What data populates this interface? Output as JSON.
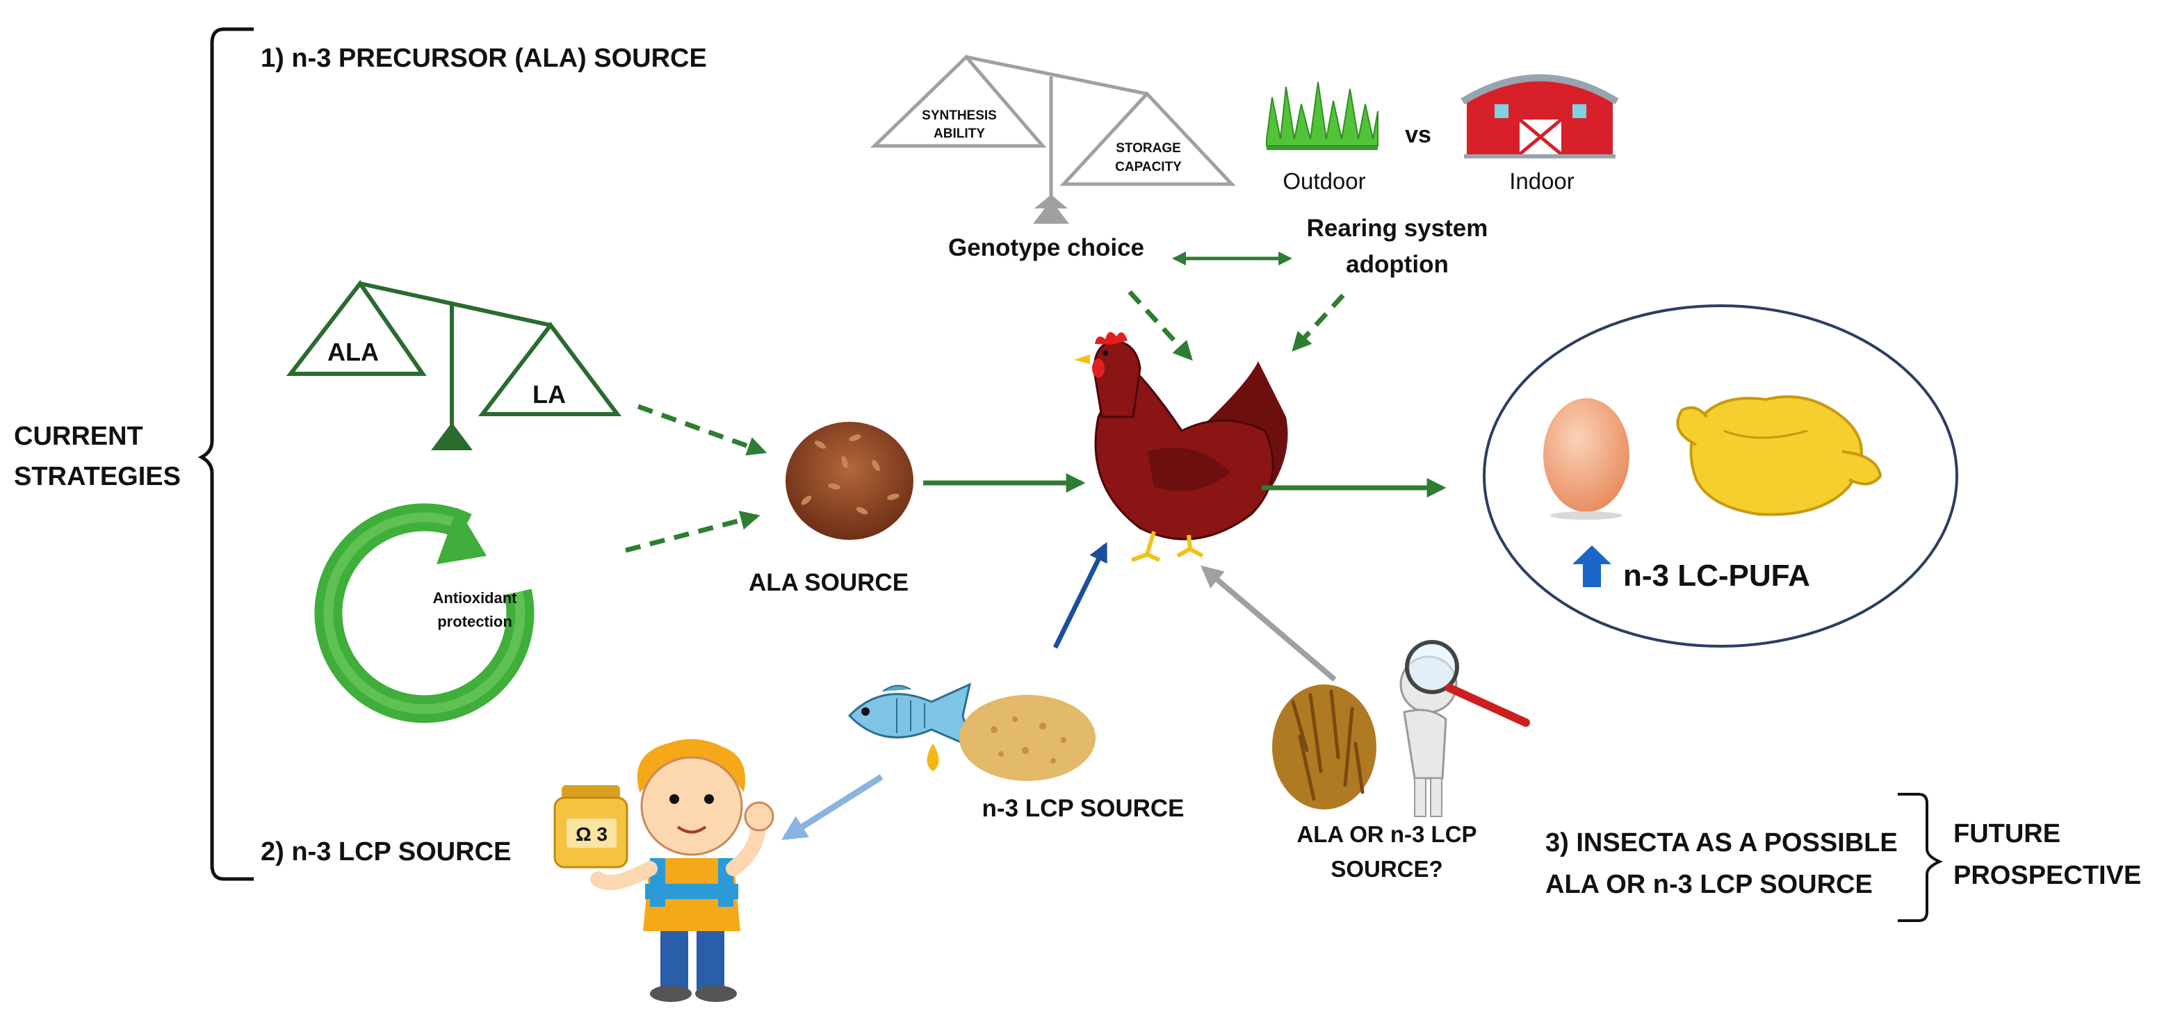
{
  "labels": {
    "current_strategies_1": "CURRENT",
    "current_strategies_2": "STRATEGIES",
    "section1": "1) n-3 PRECURSOR  (ALA) SOURCE",
    "section2": "2) n-3 LCP SOURCE",
    "section3_line1": "3) INSECTA AS A POSSIBLE",
    "section3_line2": "ALA OR n-3 LCP SOURCE",
    "future_1": "FUTURE",
    "future_2": "PROSPECTIVE",
    "synthesis_1": "SYNTHESIS",
    "synthesis_2": "ABILITY",
    "storage_1": "STORAGE",
    "storage_2": "CAPACITY",
    "genotype_choice": "Genotype choice",
    "rearing_1": "Rearing system",
    "rearing_2": "adoption",
    "outdoor": "Outdoor",
    "vs": "vs",
    "indoor": "Indoor",
    "ala": "ALA",
    "la": "LA",
    "antioxidant_1": "Antioxidant",
    "antioxidant_2": "protection",
    "ala_source": "ALA SOURCE",
    "n3_lcp_source": "n-3 LCP SOURCE",
    "insect_q_1": "ALA OR n-3 LCP",
    "insect_q_2": "SOURCE?",
    "pufa": "n-3 LC-PUFA",
    "omega": "Ω 3"
  },
  "icons": [
    "balance-scale-icon",
    "grass-icon",
    "barn-icon",
    "hen-icon",
    "egg-icon",
    "roast-chicken-icon",
    "flaxseed-icon",
    "antioxidant-cycle-icon",
    "fish-icon",
    "oil-drop-icon",
    "fishmeal-icon",
    "child-icon",
    "omega3-jar-icon",
    "larvae-icon",
    "magnifier-figure-icon",
    "up-arrow-icon"
  ],
  "colors": {
    "green": "#2e7d32",
    "dark_green": "#1f5f2a",
    "blue": "#1a4fa0",
    "light_blue": "#8ab4e0",
    "gray": "#a0a0a0",
    "hen": "#8b1414",
    "egg": "#f2a37a",
    "chicken": "#f5cf2e"
  }
}
